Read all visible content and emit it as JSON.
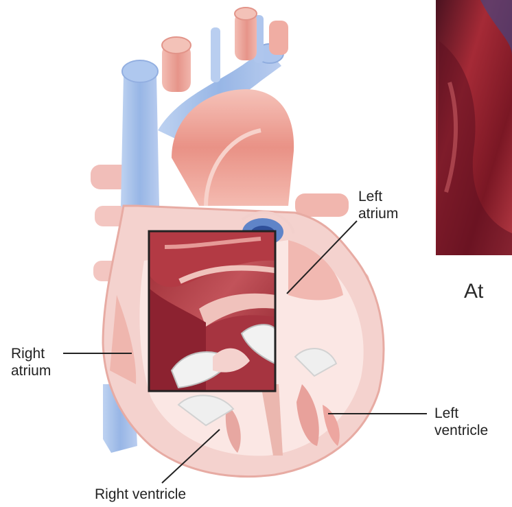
{
  "labels": {
    "left_atrium": [
      "Left",
      "atrium"
    ],
    "right_atrium": [
      "Right",
      "atrium"
    ],
    "left_ventricle": [
      "Left",
      "ventricle"
    ],
    "right_ventricle": "Right ventricle",
    "cut_off_caption": "At"
  },
  "colors": {
    "artery": "#e79a8e",
    "vein": "#9fbde8",
    "muscle": "#c2575d",
    "dark_muscle": "#8e2530",
    "valve": "#e3e3e3",
    "inset_frame": "#222222"
  }
}
